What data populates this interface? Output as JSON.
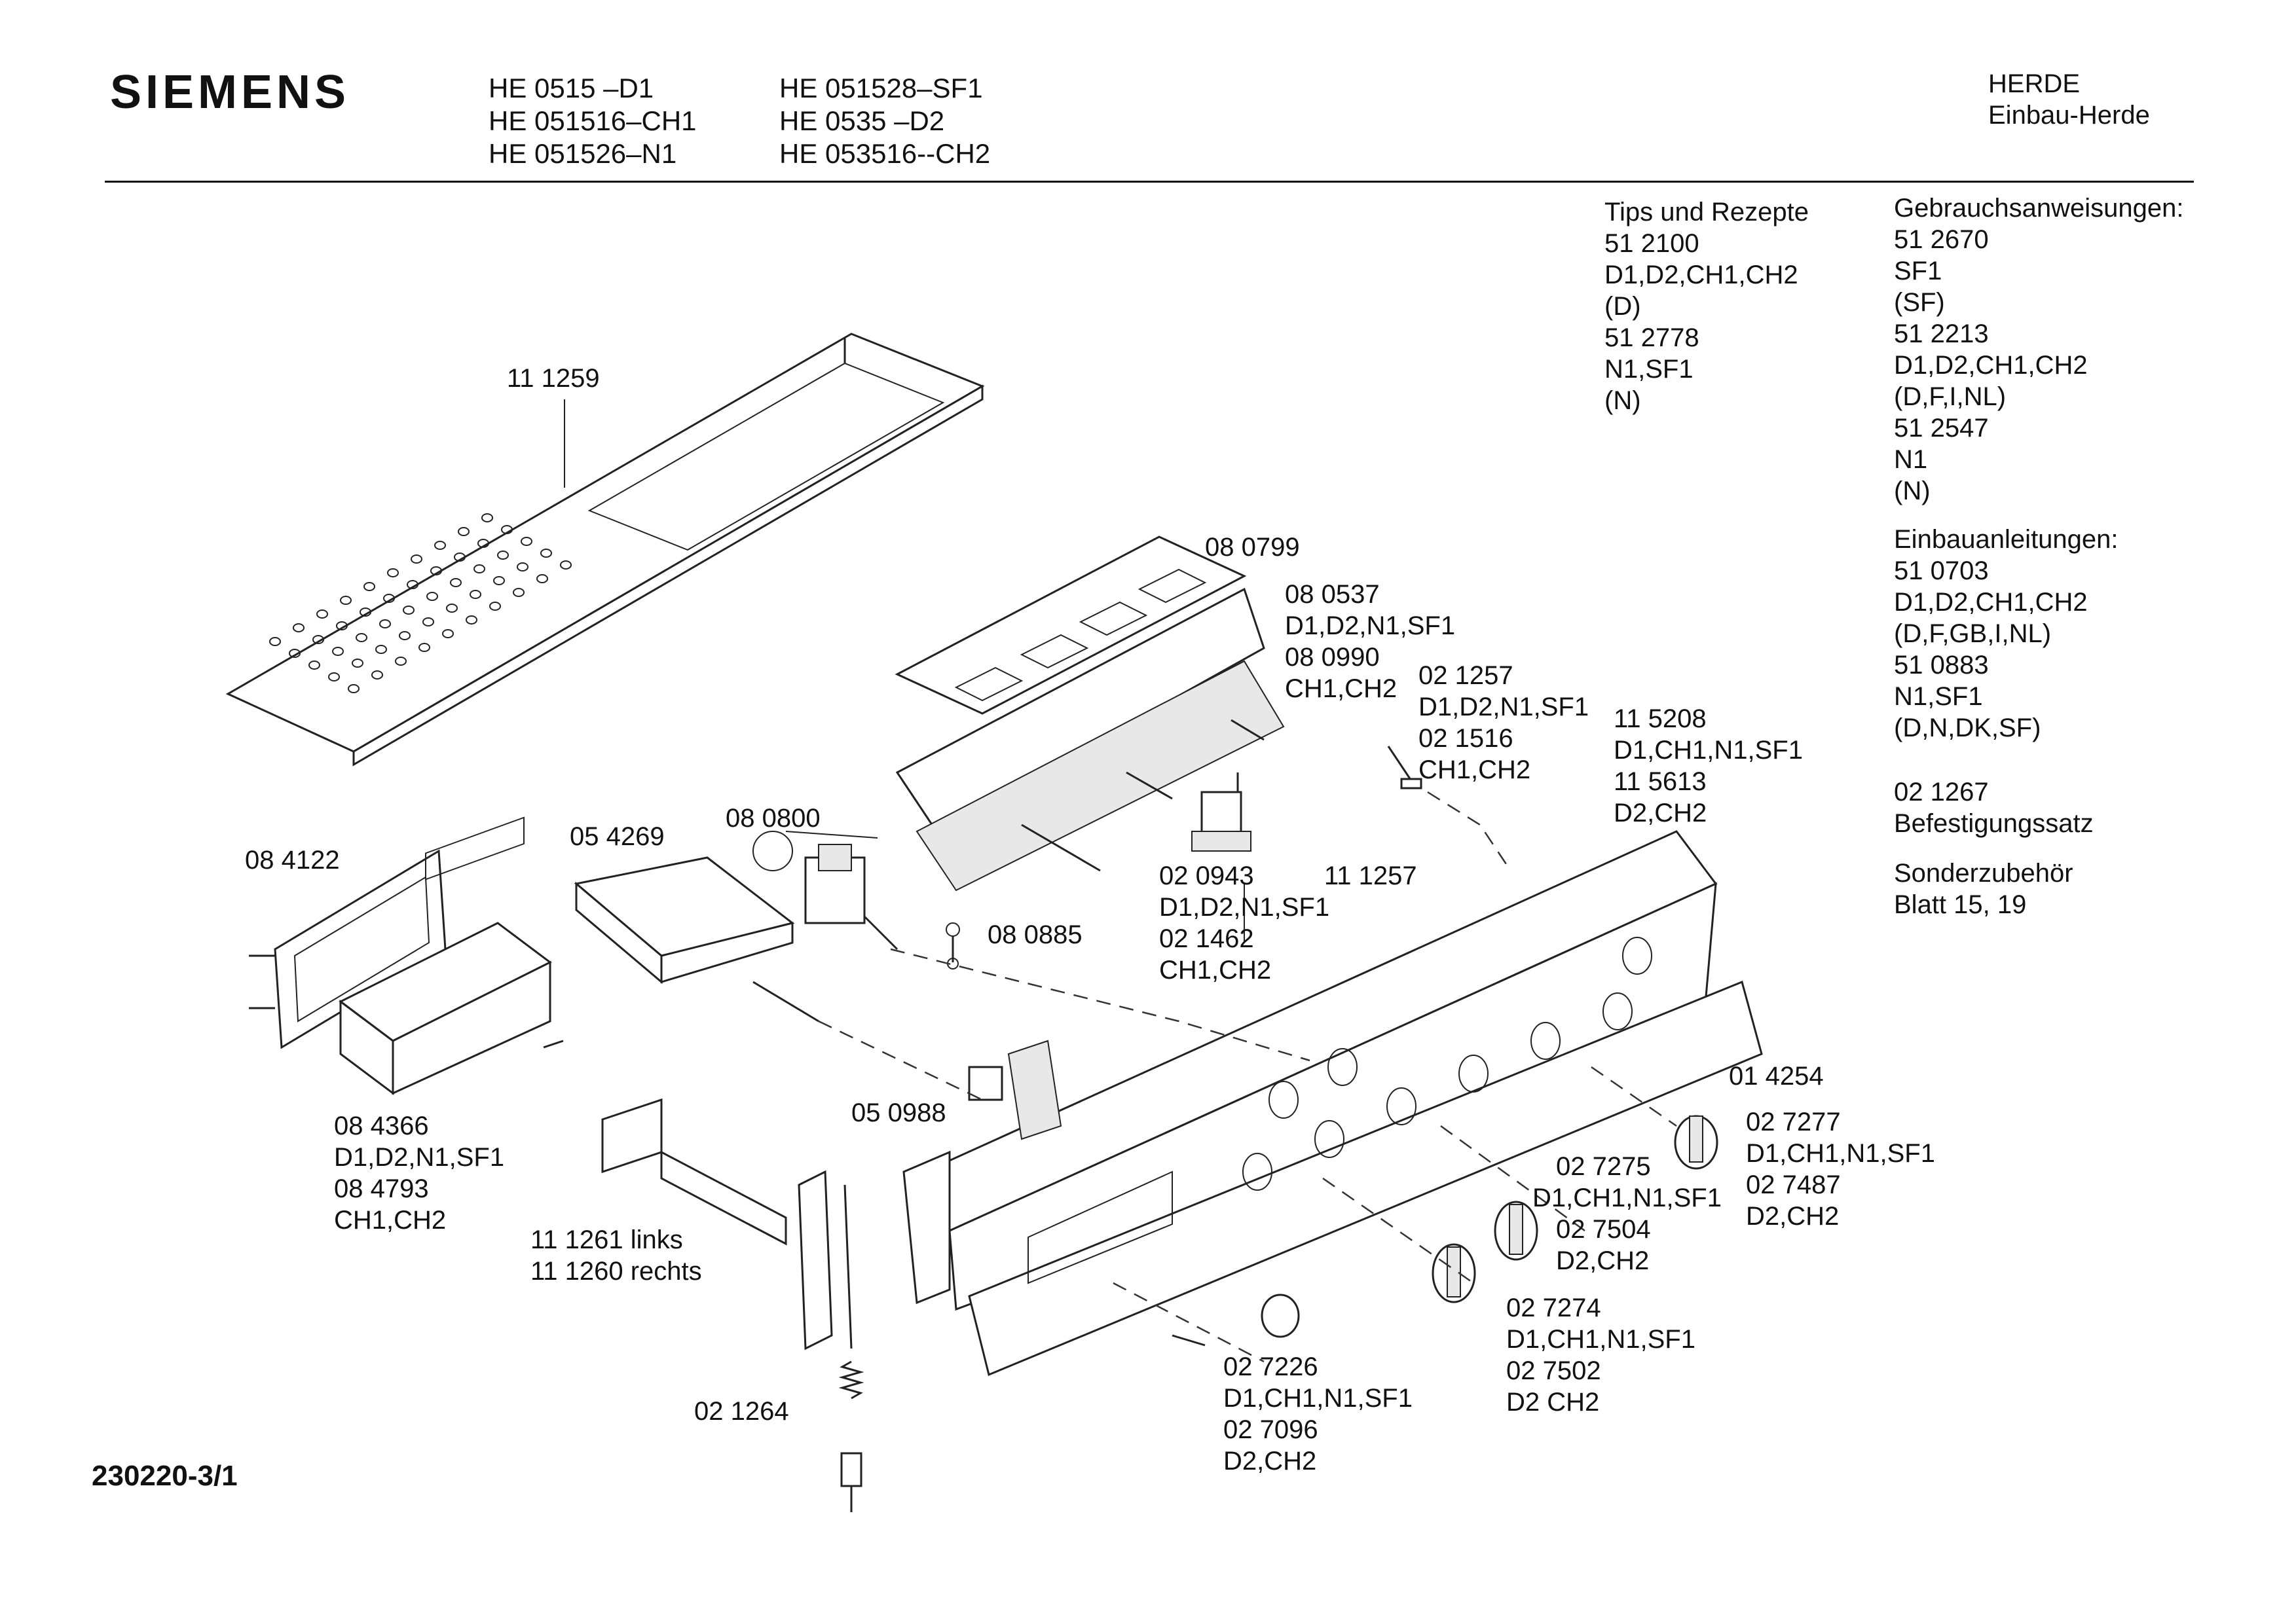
{
  "header": {
    "brand": "SIEMENS",
    "models_col1": [
      "HE 0515    –D1",
      "HE 051516–CH1",
      "HE 051526–N1"
    ],
    "models_col2": [
      "HE 051528–SF1",
      "HE 0535    –D2",
      "HE 053516--CH2"
    ],
    "category": [
      "HERDE",
      "Einbau-Herde"
    ]
  },
  "info": {
    "tips": [
      "Tips und Rezepte",
      "51 2100",
      "D1,D2,CH1,CH2",
      "(D)",
      " 51 2778",
      " N1,SF1",
      " (N)"
    ],
    "manuals": [
      "Gebrauchsanweisungen:",
      "51 2670",
      "SF1",
      "(SF)",
      "51 2213",
      "D1,D2,CH1,CH2",
      "(D,F,I,NL)",
      "51 2547",
      "N1",
      "(N)"
    ],
    "install": [
      "Einbauanleitungen:",
      "51 0703",
      "D1,D2,CH1,CH2",
      "(D,F,GB,I,NL)",
      "51 0883",
      "N1,SF1",
      "(D,N,DK,SF)"
    ],
    "kit": [
      "02 1267",
      "Befestigungssatz"
    ],
    "accessories": [
      "Sonderzubehör",
      "Blatt 15, 19"
    ]
  },
  "parts": {
    "p111259": [
      "11 1259"
    ],
    "p080799": [
      "08 0799"
    ],
    "p080537": [
      "08 0537",
      "D1,D2,N1,SF1",
      "08 0990",
      "CH1,CH2"
    ],
    "p021257": [
      "02 1257",
      "D1,D2,N1,SF1",
      "02 1516",
      "CH1,CH2"
    ],
    "p115208": [
      "11 5208",
      "D1,CH1,N1,SF1",
      "11 5613",
      "D2,CH2"
    ],
    "p084122": [
      "08 4122"
    ],
    "p054269": [
      "05 4269"
    ],
    "p080800": [
      "08 0800"
    ],
    "p080885": [
      "08 0885"
    ],
    "p020943": [
      "02 0943",
      "D1,D2,N1,SF1",
      "02 1462",
      "CH1,CH2"
    ],
    "p111257": [
      "11 1257"
    ],
    "p084366": [
      "08 4366",
      "D1,D2,N1,SF1",
      "08 4793",
      "CH1,CH2"
    ],
    "p050988": [
      "05 0988"
    ],
    "p014254": [
      "01 4254"
    ],
    "p027277": [
      "02 7277",
      "D1,CH1,N1,SF1",
      "02 7487",
      "D2,CH2"
    ],
    "p027275": [
      "02 7275",
      "D1,CH1,N1,SF1",
      "02 7504",
      "D2,CH2"
    ],
    "p111261": [
      "11 1261  links",
      "11 1260  rechts"
    ],
    "p027274": [
      "02 7274",
      "D1,CH1,N1,SF1",
      "02 7502",
      "D2 CH2"
    ],
    "p027226": [
      "02 7226",
      "D1,CH1,N1,SF1",
      "02 7096",
      "D2,CH2"
    ],
    "p021264": [
      "02 1264"
    ]
  },
  "footer": {
    "doc_number": "230220-3/1"
  }
}
